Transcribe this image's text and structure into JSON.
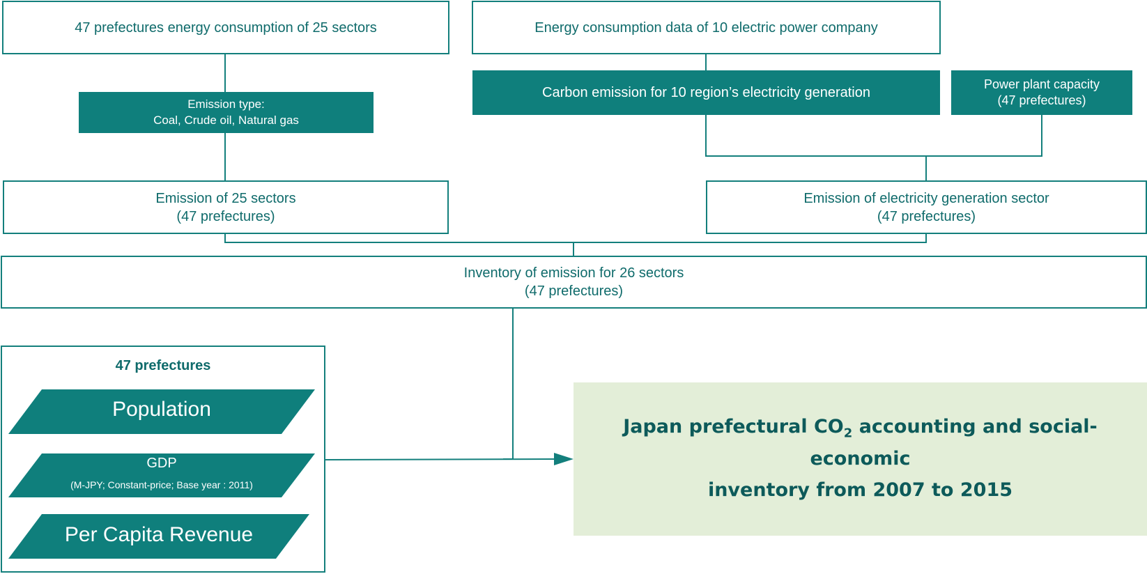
{
  "top_left": {
    "title": "47 prefectures energy consumption of 25 sectors"
  },
  "top_right": {
    "title": "Energy consumption data of 10 electric power company"
  },
  "emission_type": {
    "line1": "Emission type:",
    "line2": "Coal, Crude oil, Natural gas"
  },
  "carbon_emission": {
    "title": "Carbon emission for 10 region’s electricity generation"
  },
  "power_plant": {
    "line1": "Power plant capacity",
    "line2": "(47 prefectures)"
  },
  "emission_25": {
    "line1": "Emission of 25 sectors",
    "line2": "(47 prefectures)"
  },
  "emission_elec": {
    "line1": "Emission of electricity generation sector",
    "line2": "(47 prefectures)"
  },
  "inventory": {
    "line1": "Inventory of emission for 26 sectors",
    "line2": "(47 prefectures)"
  },
  "prefectures_panel": {
    "title": "47 prefectures",
    "population": "Population",
    "gdp": "GDP",
    "gdp_note": "(M-JPY; Constant-price; Base year : 2011)",
    "per_capita": "Per Capita Revenue"
  },
  "result": {
    "line1_pre": "Japan prefectural CO",
    "line1_sub": "2",
    "line1_post": " accounting and social-economic",
    "line2": "inventory from 2007 to 2015"
  },
  "colors": {
    "teal": "#0f7f7c",
    "teal_text": "#0f6b6b",
    "result_bg": "#e3eed8"
  }
}
